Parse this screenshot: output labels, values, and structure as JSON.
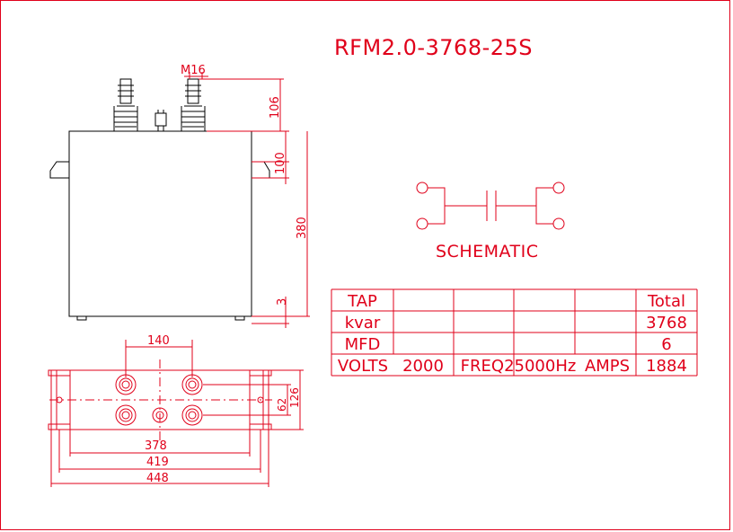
{
  "title": "RFM2.0-3768-25S",
  "schematic_label": "SCHEMATIC",
  "side_view": {
    "dim_terminal": "M16",
    "dim_top": "106",
    "dim_bracket": "100",
    "dim_height": "380",
    "dim_bottom": "3"
  },
  "top_view": {
    "dim_spacing": "140",
    "dim_62": "62",
    "dim_126": "126",
    "dim_378": "378",
    "dim_419": "419",
    "dim_448": "448"
  },
  "rating_table": {
    "rows": [
      [
        "TAP",
        "",
        "",
        "",
        "",
        "Total"
      ],
      [
        "kvar",
        "",
        "",
        "",
        "",
        "3768"
      ],
      [
        "MFD",
        "",
        "",
        "",
        "",
        "6"
      ]
    ],
    "last_row": {
      "volts_label": "VOLTS",
      "volts_value": "2000",
      "freq": "FREQ25000Hz",
      "amps_label": "AMPS",
      "total": "1884"
    }
  },
  "colors": {
    "dimension": "#e0001a",
    "outline": "#000000",
    "background": "#ffffff"
  }
}
